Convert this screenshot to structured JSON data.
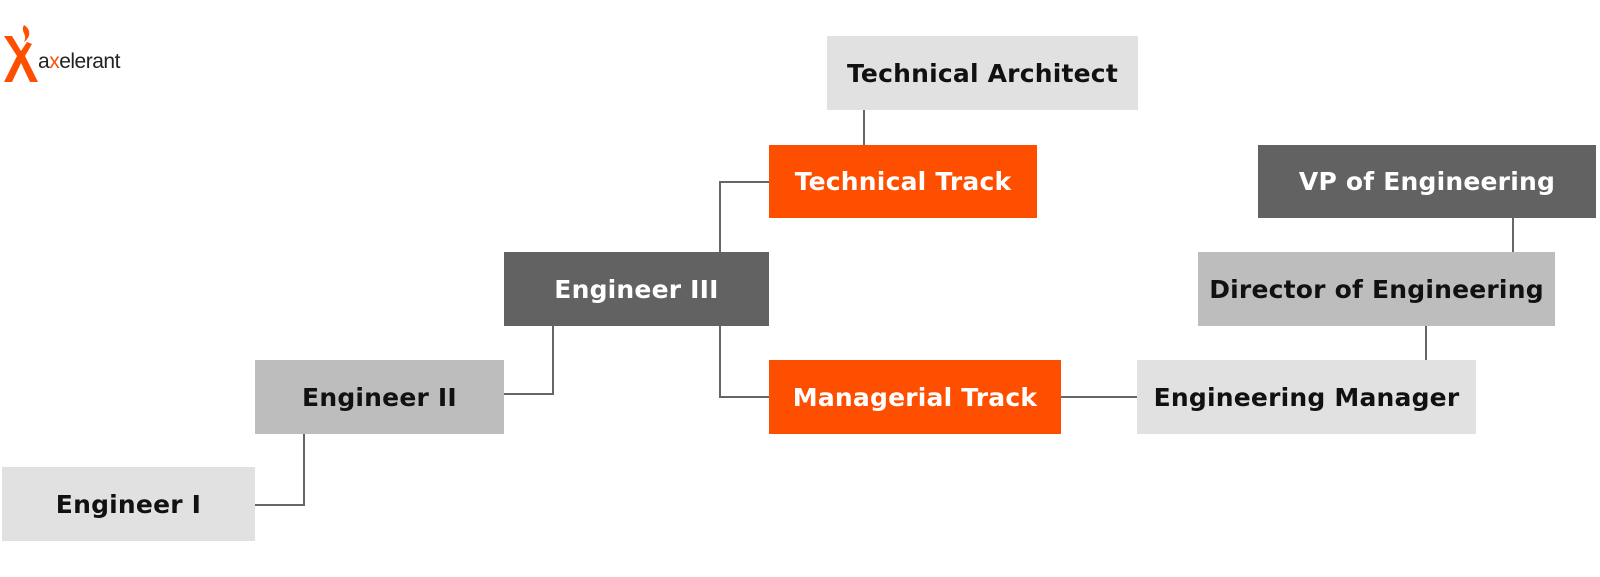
{
  "brand": {
    "name_prefix": "a",
    "name_accent": "x",
    "name_suffix": "elerant",
    "icon": "axelerant-flame-x-logo",
    "accent_color": "#fe4f00"
  },
  "colors": {
    "light": "#e1e1e1",
    "mid": "#bdbdbd",
    "dark": "#626262",
    "orange": "#fe4f00",
    "connector": "#666666"
  },
  "nodes": {
    "engineer_1": "Engineer I",
    "engineer_2": "Engineer II",
    "engineer_3": "Engineer III",
    "technical_track": "Technical Track",
    "technical_architect": "Technical Architect",
    "managerial_track": "Managerial Track",
    "engineering_manager": "Engineering Manager",
    "director_of_engineering": "Director of Engineering",
    "vp_of_engineering": "VP of Engineering"
  }
}
